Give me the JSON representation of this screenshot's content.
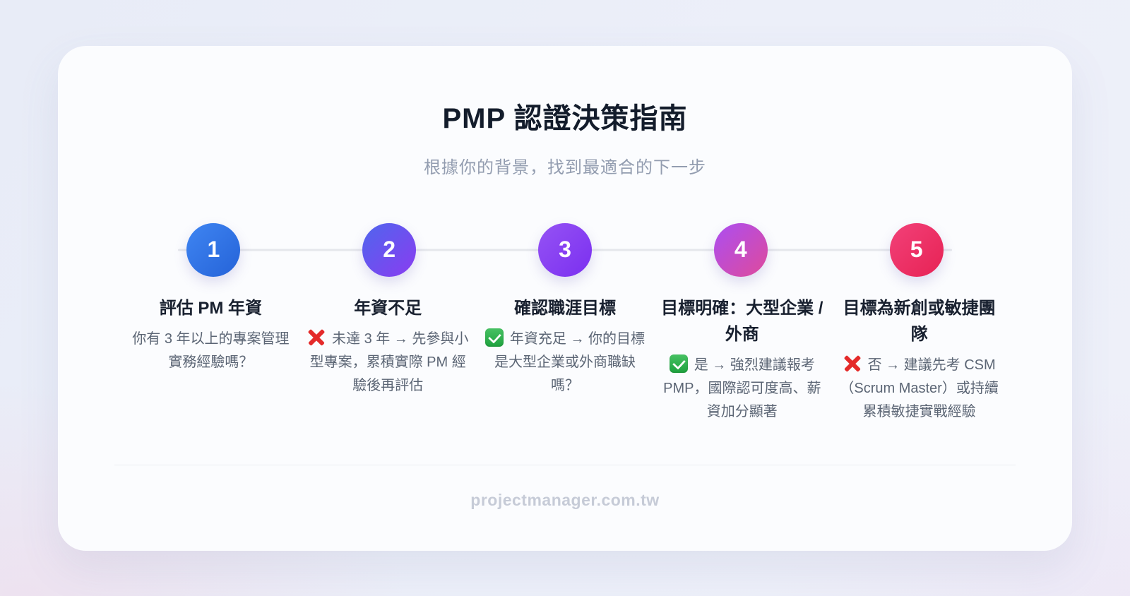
{
  "header": {
    "title": "PMP 認證決策指南",
    "subtitle": "根據你的背景，找到最適合的下一步"
  },
  "footer": {
    "text": "projectmanager.com.tw"
  },
  "colors": {
    "page_background": "#eaedf8",
    "card_background": "#fbfcfe",
    "timeline_line": "#e5e7ec",
    "title_text": "#131c2b",
    "subtitle_text": "#939db0",
    "step_title_text": "#18202f",
    "step_desc_text": "#5b6574",
    "footer_text": "#c6cbd7",
    "cross_icon_red": "#e42a2a",
    "check_icon_green": "#1ea23e"
  },
  "steps": [
    {
      "number": "1",
      "title": "評估 PM 年資",
      "icon": null,
      "description": "你有 3 年以上的專案管理實務經驗嗎？",
      "badge_gradient": [
        "#3f85f2",
        "#2563d8"
      ]
    },
    {
      "number": "2",
      "title": "年資不足",
      "icon": "cross-mark-icon",
      "description": "未達 3 年 → 先參與小型專案，累積實際 PM 經驗後再評估",
      "badge_gradient": [
        "#4f66ee",
        "#8a3cf0"
      ]
    },
    {
      "number": "3",
      "title": "確認職涯目標",
      "icon": "check-mark-icon",
      "description": "年資充足 → 你的目標是大型企業或外商職缺嗎？",
      "badge_gradient": [
        "#9553f4",
        "#7b2ff0"
      ]
    },
    {
      "number": "4",
      "title": "目標明確：大型企業 / 外商",
      "icon": "check-mark-icon",
      "description": "是 → 強烈建議報考 PMP，國際認可度高、薪資加分顯著",
      "badge_gradient": [
        "#ab4ef2",
        "#df4a9b"
      ]
    },
    {
      "number": "5",
      "title": "目標為新創或敏捷團隊",
      "icon": "cross-mark-icon",
      "description": "否 → 建議先考 CSM（Scrum Master）或持續累積敏捷實戰經驗",
      "badge_gradient": [
        "#f24179",
        "#e72254"
      ]
    }
  ]
}
